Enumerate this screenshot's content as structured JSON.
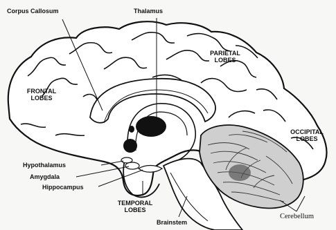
{
  "labels": {
    "corpus_callosum": "Corpus Callosum",
    "thalamus": "Thalamus",
    "parietal_line1": "PARIETAL",
    "parietal_line2": "LOBES",
    "frontal_line1": "FRONTAL",
    "frontal_line2": "LOBES",
    "occipital_line1": "OCCIPITAL",
    "occipital_line2": "LOBES",
    "hypothalamus": "Hypothalamus",
    "amygdala": "Amygdala",
    "hippocampus": "Hippocampus",
    "temporal_line1": "TEMPORAL",
    "temporal_line2": "LOBES",
    "brainstem": "Brainstem",
    "cerebellum": "Cerebellum"
  },
  "colors": {
    "ink": "#111111",
    "paper": "#f7f7f5",
    "shading": "#cfcfcf"
  }
}
